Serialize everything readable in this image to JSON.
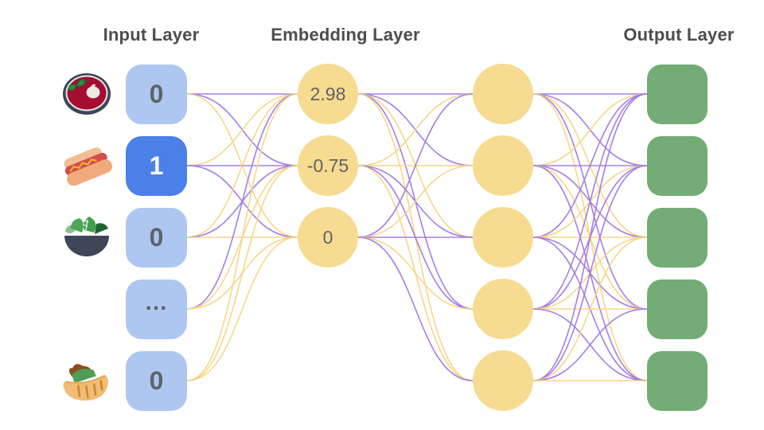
{
  "titles": {
    "input": "Input Layer",
    "embedding": "Embedding Layer",
    "output": "Output Layer"
  },
  "colors": {
    "title_text": "#4d4d4d",
    "input_box": "#aec7f1",
    "input_box_active": "#4b80e8",
    "node_text": "#5f6368",
    "active_text": "#ffffff",
    "embed_circle": "#f6db90",
    "output_box": "#73ac75",
    "edge_purple": "#a078e2",
    "edge_yellow": "#f5d584"
  },
  "input_layer": {
    "nodes": [
      {
        "icon": "soup-icon",
        "value": "0",
        "active": false
      },
      {
        "icon": "hotdog-icon",
        "value": "1",
        "active": true
      },
      {
        "icon": "salad-icon",
        "value": "0",
        "active": false
      },
      {
        "icon": null,
        "value": "...",
        "active": false
      },
      {
        "icon": "pita-icon",
        "value": "0",
        "active": false
      }
    ]
  },
  "embedding_layer": {
    "values": [
      "2.98",
      "-0.75",
      "0"
    ]
  },
  "hidden_layer": {
    "count": 5
  },
  "output_layer": {
    "count": 5
  },
  "edges": {
    "input_to_embedding": [
      "PPY",
      "YPP",
      "YPY",
      "PYY",
      "YYY"
    ],
    "embedding_to_hidden": [
      "PPYPY",
      "YYPPY",
      "PYPYP"
    ],
    "hidden_to_output": [
      "PPYPY",
      "YPPYP",
      "PYYPP",
      "PPYYP",
      "PPYPY"
    ]
  }
}
